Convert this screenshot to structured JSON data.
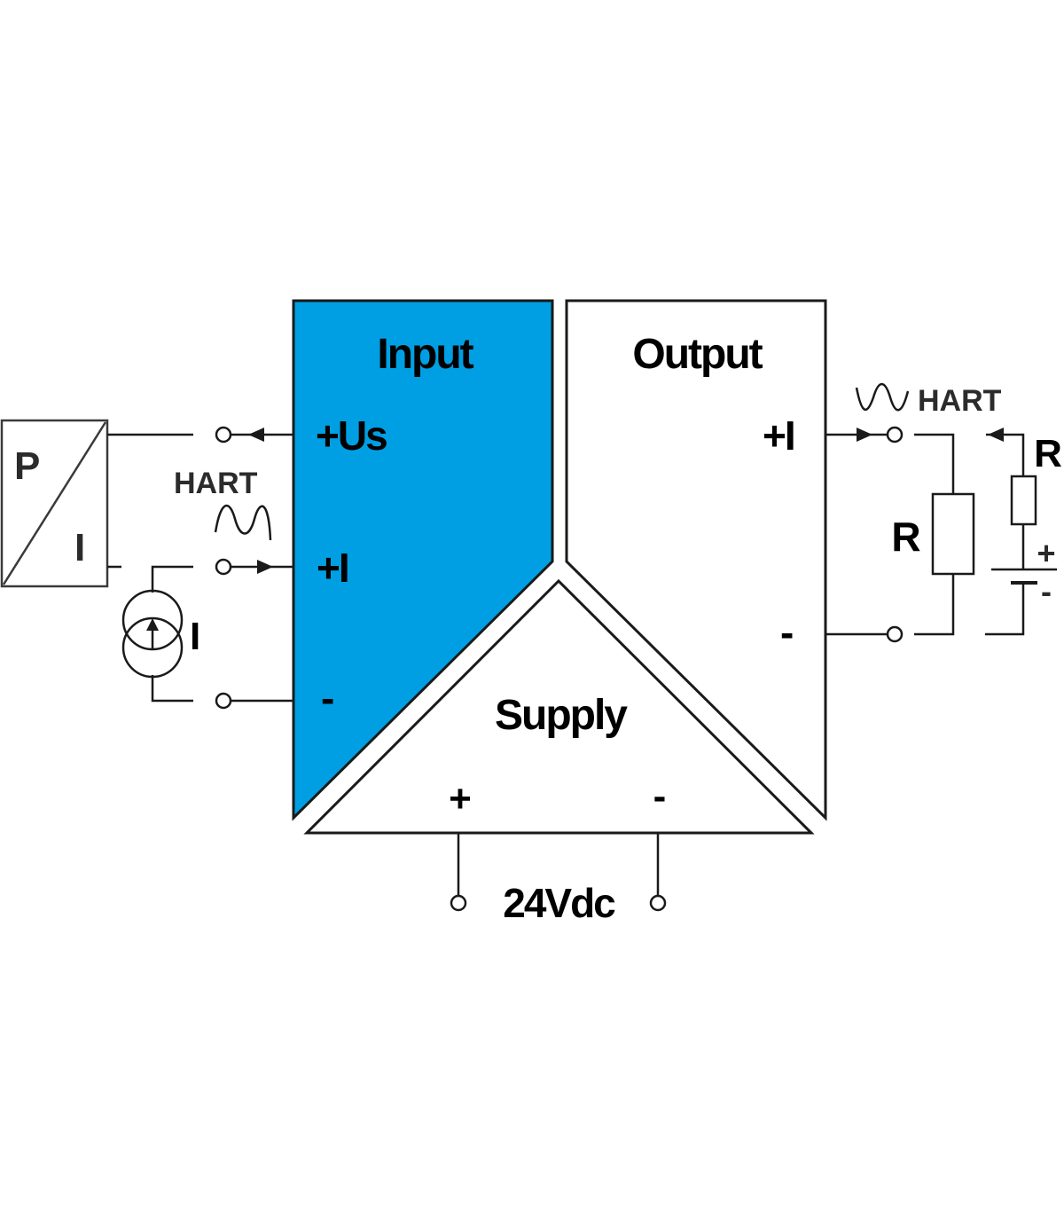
{
  "input_block": {
    "title": "Input",
    "terminal_us": "+Us",
    "terminal_i": "+I",
    "terminal_minus": "-",
    "fill_color": "#009fe3"
  },
  "output_block": {
    "title": "Output",
    "terminal_i": "+I",
    "terminal_minus": "-"
  },
  "supply_block": {
    "title": "Supply",
    "terminal_plus": "+",
    "terminal_minus": "-",
    "voltage": "24Vdc"
  },
  "transmitter": {
    "top_label": "P",
    "bottom_label": "I"
  },
  "input_side": {
    "hart_label": "HART",
    "current_source_label": "I"
  },
  "output_side": {
    "hart_label": "HART",
    "load_resistor_label": "R",
    "loop_resistor_label": "R",
    "battery_plus": "+",
    "battery_minus": "-"
  }
}
